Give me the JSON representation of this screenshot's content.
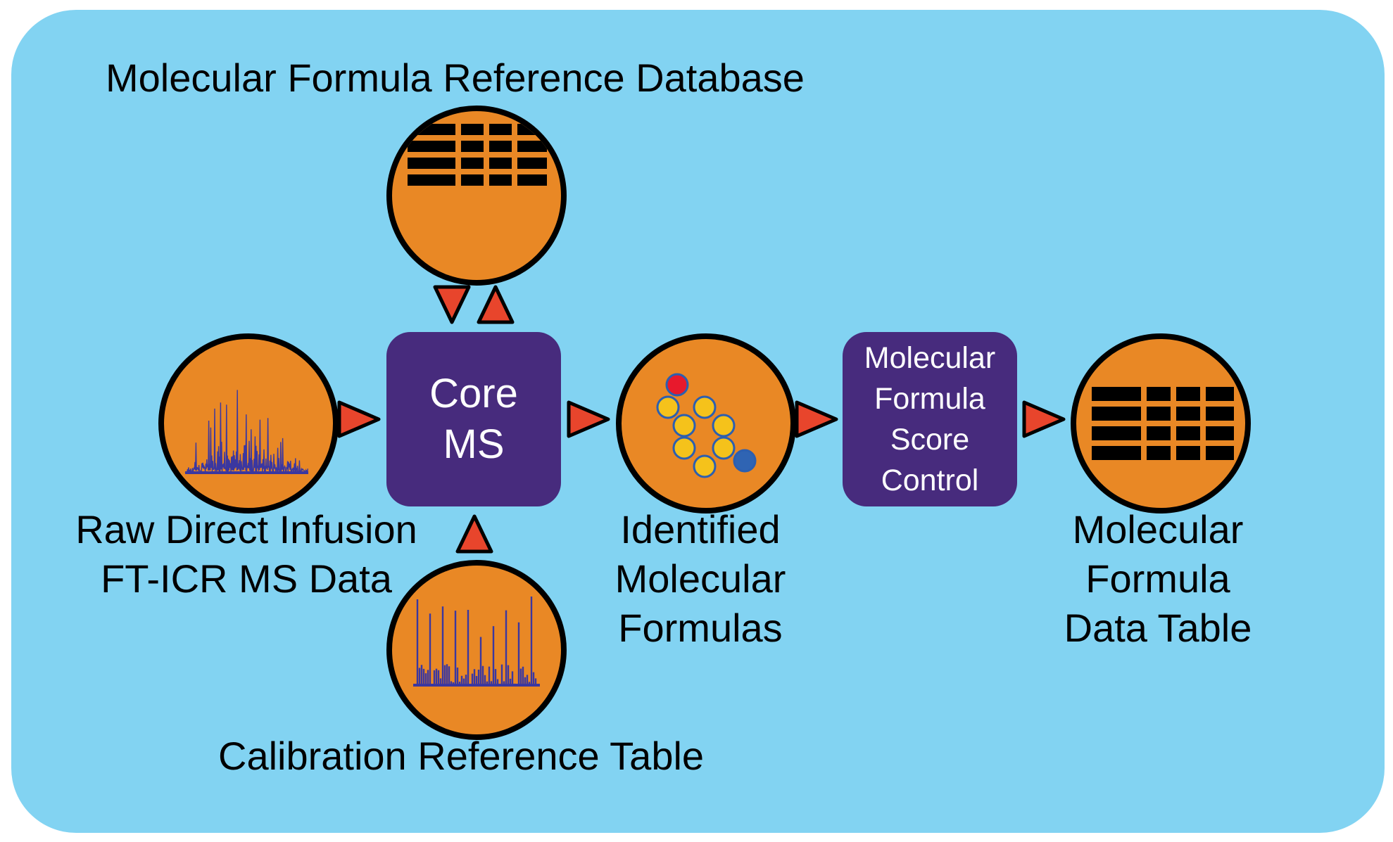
{
  "colors": {
    "background": "#82d3f2",
    "node_fill": "#e98825",
    "process_box": "#472b7d",
    "arrow": "#e8452c",
    "spectrum": "#3b37a0",
    "atom_yellow": "#f5c21b",
    "atom_red": "#e8192c",
    "atom_blue": "#2f64b3",
    "atom_outline": "#2c5fb0"
  },
  "labels": {
    "reference_db": "Molecular Formula Reference Database",
    "raw_data": [
      "Raw Direct Infusion",
      "FT-ICR MS Data"
    ],
    "calibration": "Calibration Reference Table",
    "identified": [
      "Identified",
      "Molecular",
      "Formulas"
    ],
    "data_table": [
      "Molecular",
      "Formula",
      "Data Table"
    ]
  },
  "boxes": {
    "core": [
      "Core",
      "MS"
    ],
    "score_control": [
      "Molecular",
      "Formula",
      "Score",
      "Control"
    ]
  },
  "icons": {
    "reference_db": "table-icon",
    "raw_data": "mass-spectrum-icon",
    "calibration": "mass-spectrum-icon",
    "identified": "molecule-icon",
    "data_table": "table-icon"
  }
}
